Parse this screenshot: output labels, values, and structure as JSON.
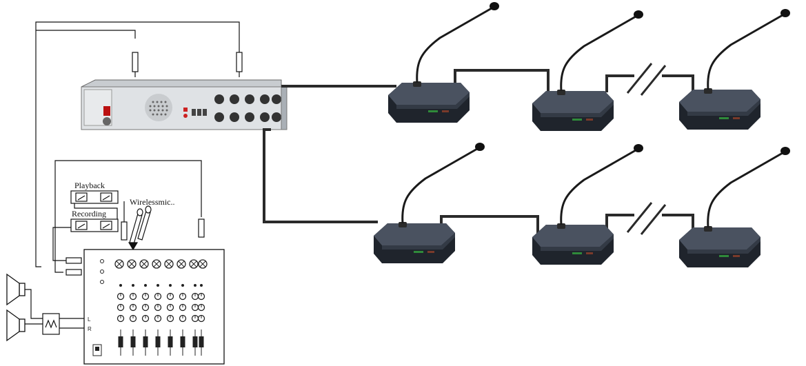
{
  "labels": {
    "playback": "Playback",
    "recording": "Recording",
    "wireless_mic": "Wirelessmic.."
  },
  "colors": {
    "background": "#ffffff",
    "wire": "#111111",
    "cable": "#2a2a2a",
    "unit_top": "#4a5260",
    "unit_side": "#1f242c",
    "controller_panel": "#d9dcdf",
    "gooseneck": "#1a1a1a"
  },
  "icons": {
    "controller": "conference-controller-icon",
    "delegate_unit": "conference-microphone-icon",
    "mixer": "audio-mixer-icon",
    "speaker": "loudspeaker-icon",
    "amplifier": "amplifier-icon",
    "recorder": "cassette-deck-icon",
    "wireless": "wireless-microphone-icon",
    "break": "cable-break-icon"
  }
}
